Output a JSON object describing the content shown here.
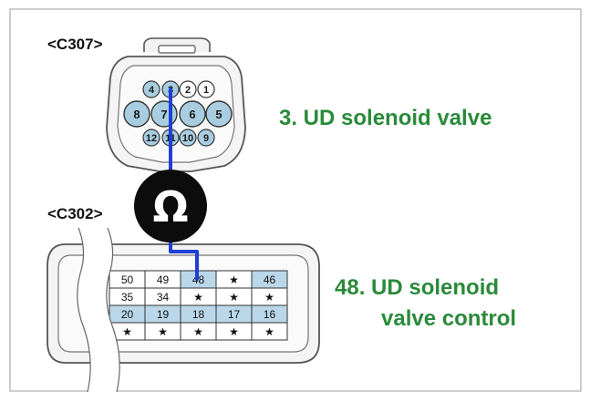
{
  "connectors": {
    "upper": {
      "name": "<C307>",
      "pins_top": [
        "4",
        "3",
        "2",
        "1"
      ],
      "pins_mid": [
        "8",
        "7",
        "6",
        "5"
      ],
      "pins_bot": [
        "12",
        "11",
        "10",
        "9"
      ]
    },
    "lower": {
      "name": "<C302>",
      "rows": [
        [
          "50",
          "49",
          "48",
          "★",
          "46"
        ],
        [
          "35",
          "34",
          "★",
          "★",
          "★"
        ],
        [
          "20",
          "19",
          "18",
          "17",
          "16"
        ],
        [
          "★",
          "★",
          "★",
          "★",
          "★"
        ]
      ]
    }
  },
  "meter": {
    "symbol": "Ω",
    "icon": "ohmmeter-icon"
  },
  "callouts": {
    "upper": "3. UD solenoid valve",
    "lower_line1": "48. UD solenoid",
    "lower_line2": "valve control"
  },
  "colors": {
    "wire": "#1f3fd6",
    "label_green": "#2a8a3a",
    "highlight_cell": "#b9d7e8",
    "pin_fill": "#a9cde0"
  }
}
